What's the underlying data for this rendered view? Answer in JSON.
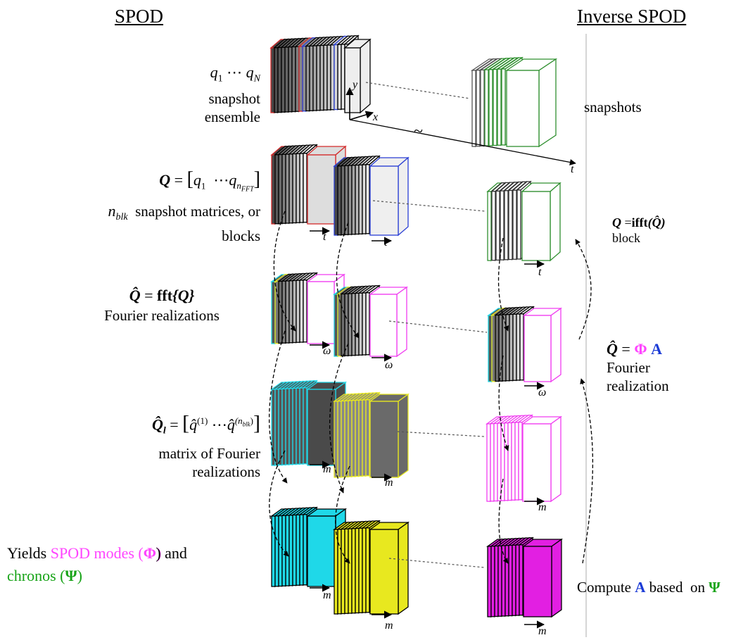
{
  "headers": {
    "left": "SPOD",
    "right": "Inverse SPOD"
  },
  "left_labels": {
    "row1_var": "q",
    "row1_sub1": "1",
    "row1_dots": "⋯",
    "row1_subN": "N",
    "row1_l2": "snapshot",
    "row1_l3": "ensemble",
    "row2_Q": "Q",
    "row2_eq": "=",
    "row2_q1": "q",
    "row2_sub1": "1",
    "row2_dots": "⋯",
    "row2_qn": "q",
    "row2_subn": "n",
    "row2_subfft": "FFT",
    "row2_nblk": "n",
    "row2_nblk_sub": "blk",
    "row2_l2": "snapshot matrices, or",
    "row2_l3": "blocks",
    "row3_Qhat": "Q̂",
    "row3_eq": "= ",
    "row3_fft": "fft",
    "row3_brace": "{Q}",
    "row3_l2": "Fourier realizations",
    "row4_Qhat": "Q̂",
    "row4_sub": "l",
    "row4_eq": "=",
    "row4_q": "q̂",
    "row4_sup1": "(1)",
    "row4_dots": "⋯",
    "row4_supn": "(n",
    "row4_supblk": "blk",
    "row4_supclose": ")",
    "row4_l2": "matrix of Fourier",
    "row4_l3": "realizations",
    "row5_a": "Yields ",
    "row5_b": "SPOD modes (",
    "row5_phi": "Φ",
    "row5_c": ") and",
    "row5_d": "chronos (",
    "row5_psi": "Ψ",
    "row5_e": ")"
  },
  "right_labels": {
    "snapshots": "snapshots",
    "ifft_Q": "Q",
    "ifft_eq": "=",
    "ifft_fn": "ifft",
    "ifft_arg": "(Q̂)",
    "block": "block",
    "phiA_Q": "Q̂",
    "phiA_eq": "=",
    "phiA_phi": "Φ",
    "phiA_A": "A",
    "fourier_1": "Fourier",
    "fourier_2": "realization",
    "compute_a": "Compute ",
    "compute_A": "A",
    "compute_b": " based  on ",
    "compute_psi": "Ψ"
  },
  "axes": {
    "x": "x",
    "y": "y",
    "t": "t",
    "omega": "ω",
    "m": "m",
    "break": "~"
  },
  "colors": {
    "red": "#d42a2a",
    "blue": "#2a3fd4",
    "green": "#2f8f2f",
    "cyan": "#1fd8e8",
    "yellow": "#e8e81f",
    "magenta": "#f03cf0",
    "text_magenta": "#ff44ff",
    "text_green": "#17a317",
    "text_blue": "#1b3bd6"
  }
}
